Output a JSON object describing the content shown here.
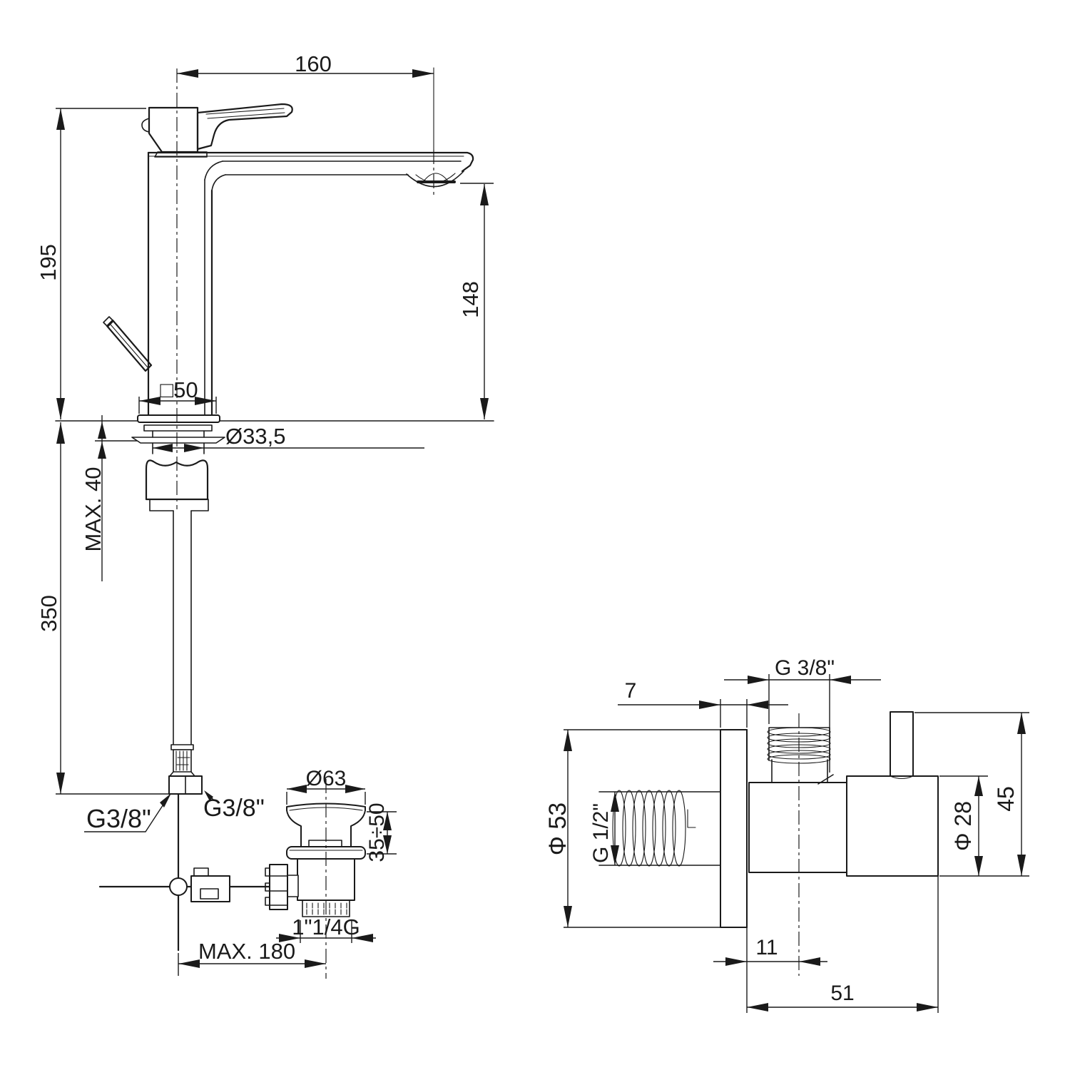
{
  "page": {
    "background": "#ffffff",
    "line_color": "#1a1a1a"
  },
  "faucet_view": {
    "title": "tall basin mixer front view with pop-up waste",
    "dimensions": {
      "spout_reach": "160",
      "body_height": "195",
      "spout_outlet_height": "148",
      "base_square": "□50",
      "shank_diameter": "Ø33,5",
      "max_deck_thickness": "MAX. 40",
      "hose_drop": "350",
      "hose_connection_left": "G3/8\"",
      "hose_connection_right": "G3/8\"",
      "waste_plug_diameter": "Ø63",
      "waste_height_range": "35÷50",
      "waste_thread": "1\"1/4G",
      "rod_max_reach": "MAX. 180"
    }
  },
  "valve_view": {
    "title": "angle valve side view",
    "dimensions": {
      "plate_thickness": "7",
      "outlet_thread": "G 3/8\"",
      "flange_diameter": "Φ 53",
      "inlet_thread": "G 1/2\"",
      "knob_diameter": "Φ 28",
      "height": "45",
      "outlet_offset": "11",
      "total_depth": "51"
    }
  }
}
